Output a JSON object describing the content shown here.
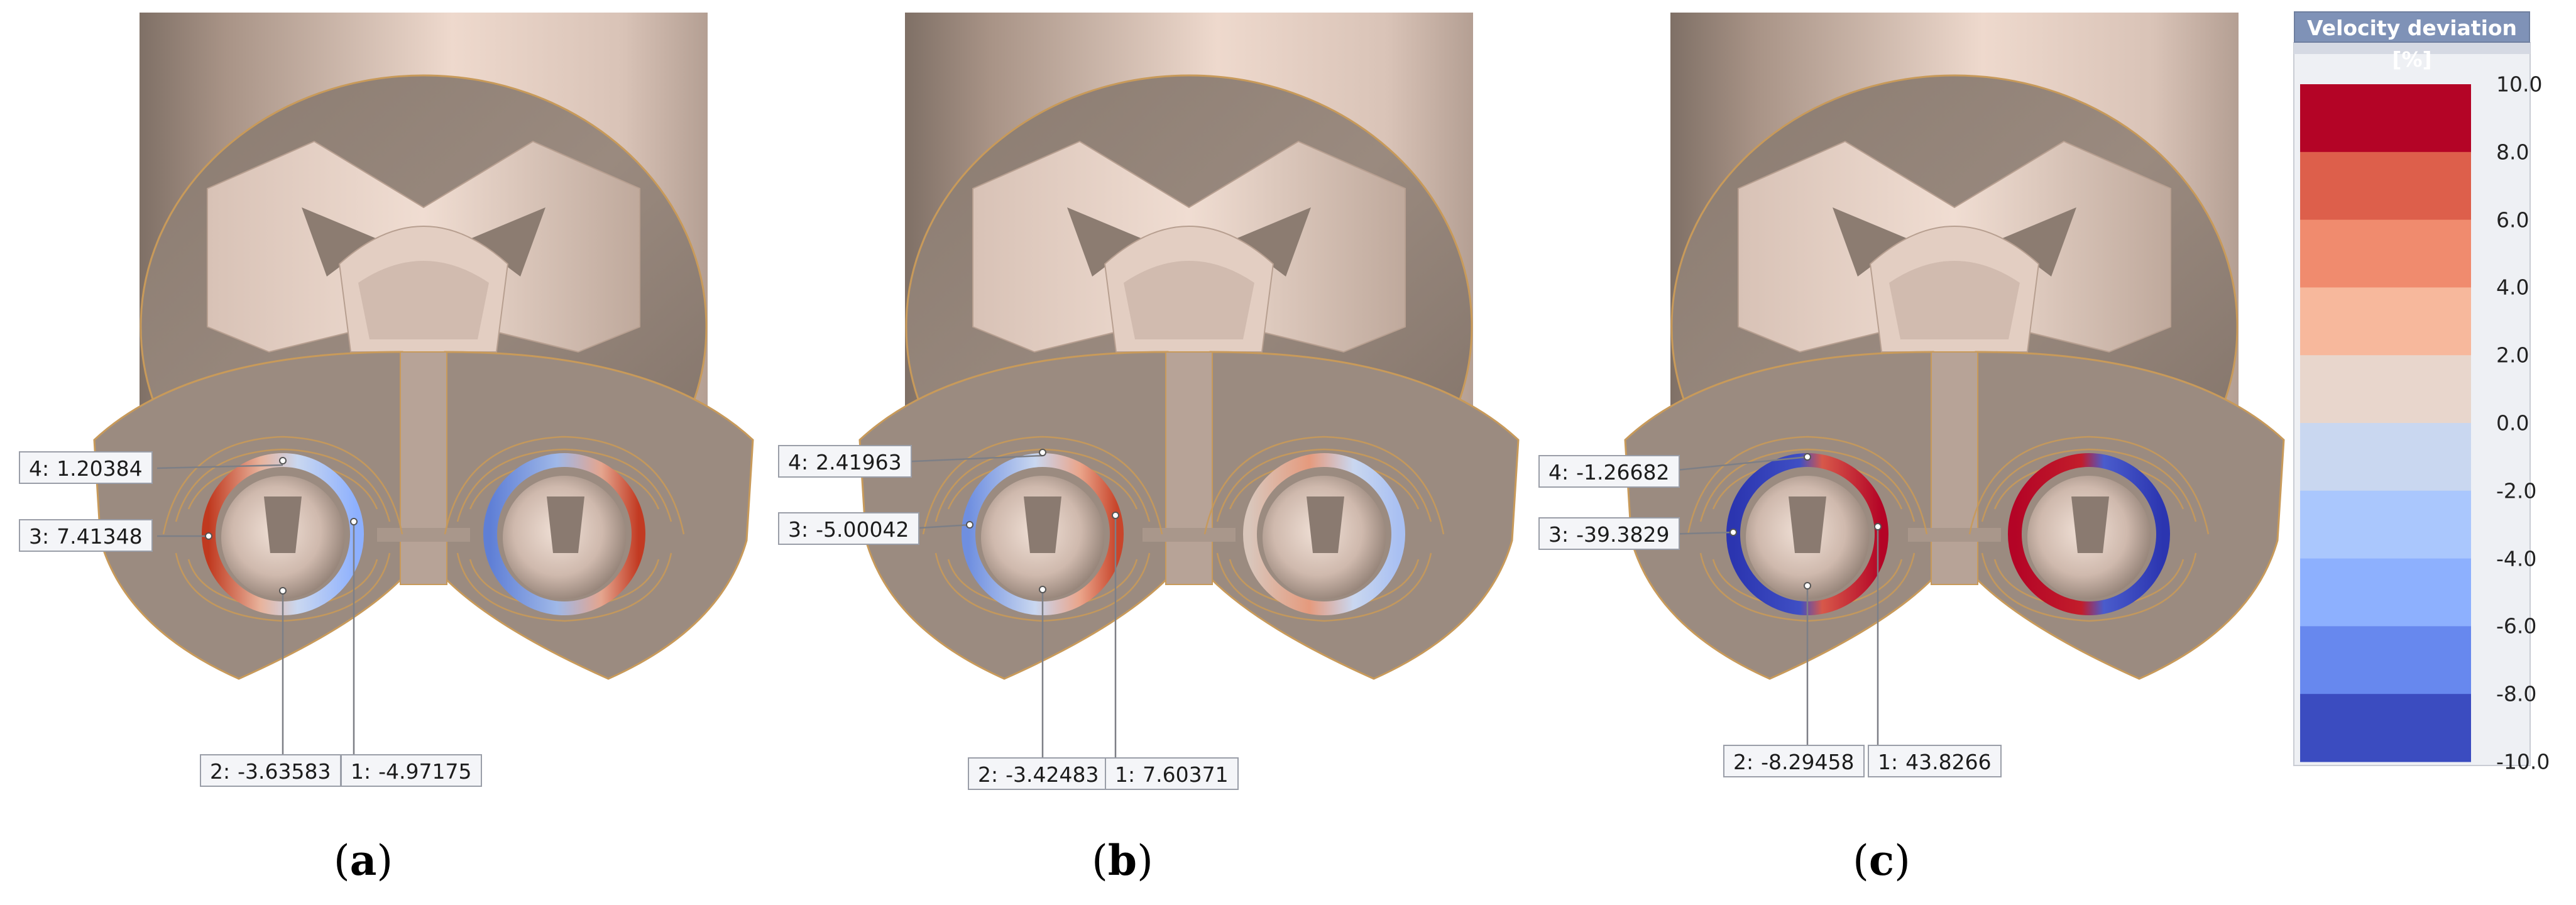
{
  "panels": [
    {
      "caption_letter": "a",
      "probes": [
        {
          "id": "4",
          "value": "1.20384"
        },
        {
          "id": "3",
          "value": "7.41348"
        },
        {
          "id": "2",
          "value": "-3.63583"
        },
        {
          "id": "1",
          "value": "-4.97175"
        }
      ]
    },
    {
      "caption_letter": "b",
      "probes": [
        {
          "id": "4",
          "value": "2.41963"
        },
        {
          "id": "3",
          "value": "-5.00042"
        },
        {
          "id": "2",
          "value": "-3.42483"
        },
        {
          "id": "1",
          "value": "7.60371"
        }
      ]
    },
    {
      "caption_letter": "c",
      "probes": [
        {
          "id": "4",
          "value": "-1.26682"
        },
        {
          "id": "3",
          "value": "-39.3829"
        },
        {
          "id": "2",
          "value": "-8.29458"
        },
        {
          "id": "1",
          "value": "43.8266"
        }
      ]
    }
  ],
  "legend": {
    "title": "Velocity deviation [%]",
    "ticks": [
      "10.0",
      "8.0",
      "6.0",
      "4.0",
      "2.0",
      "0.0",
      "-2.0",
      "-4.0",
      "-6.0",
      "-8.0",
      "-10.0"
    ],
    "band_colors": [
      "#b40426",
      "#dd5f4b",
      "#f08b6e",
      "#f7b89c",
      "#e8d6cc",
      "#c9d7f0",
      "#aac7fd",
      "#8db0fe",
      "#6788ee",
      "#3b4cc0"
    ]
  },
  "colors": {
    "body_light": "#ebd6ca",
    "body_dark": "#86776c",
    "face": "#9b8b80",
    "outline": "#c89a5a"
  }
}
